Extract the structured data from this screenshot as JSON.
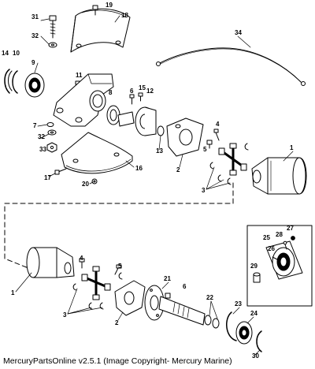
{
  "diagram": {
    "callouts": [
      {
        "id": "c1a",
        "text": "1"
      },
      {
        "id": "c1b",
        "text": "1"
      },
      {
        "id": "c2a",
        "text": "2"
      },
      {
        "id": "c2b",
        "text": "2"
      },
      {
        "id": "c3a",
        "text": "3"
      },
      {
        "id": "c3b",
        "text": "3"
      },
      {
        "id": "c4a",
        "text": "4"
      },
      {
        "id": "c4b",
        "text": "4"
      },
      {
        "id": "c5a",
        "text": "5"
      },
      {
        "id": "c5b",
        "text": "5"
      },
      {
        "id": "c6a",
        "text": "6"
      },
      {
        "id": "c6b",
        "text": "6"
      },
      {
        "id": "c7",
        "text": "7"
      },
      {
        "id": "c8",
        "text": "8"
      },
      {
        "id": "c9",
        "text": "9"
      },
      {
        "id": "c10",
        "text": "10"
      },
      {
        "id": "c11",
        "text": "11"
      },
      {
        "id": "c12",
        "text": "12"
      },
      {
        "id": "c13",
        "text": "13"
      },
      {
        "id": "c14",
        "text": "14"
      },
      {
        "id": "c15",
        "text": "15"
      },
      {
        "id": "c16",
        "text": "16"
      },
      {
        "id": "c17",
        "text": "17"
      },
      {
        "id": "c18",
        "text": "18"
      },
      {
        "id": "c19",
        "text": "19"
      },
      {
        "id": "c20",
        "text": "20"
      },
      {
        "id": "c21",
        "text": "21"
      },
      {
        "id": "c22",
        "text": "22"
      },
      {
        "id": "c23",
        "text": "23"
      },
      {
        "id": "c24",
        "text": "24"
      },
      {
        "id": "c25",
        "text": "25"
      },
      {
        "id": "c26",
        "text": "26"
      },
      {
        "id": "c27",
        "text": "27"
      },
      {
        "id": "c28",
        "text": "28"
      },
      {
        "id": "c29",
        "text": "29"
      },
      {
        "id": "c30",
        "text": "30"
      },
      {
        "id": "c31",
        "text": "31"
      },
      {
        "id": "c32a",
        "text": "32"
      },
      {
        "id": "c32b",
        "text": "32"
      },
      {
        "id": "c33",
        "text": "33"
      },
      {
        "id": "c34",
        "text": "34"
      }
    ]
  },
  "caption": "MercuryPartsOnline v2.5.1 (Image Copyright- Mercury Marine)"
}
